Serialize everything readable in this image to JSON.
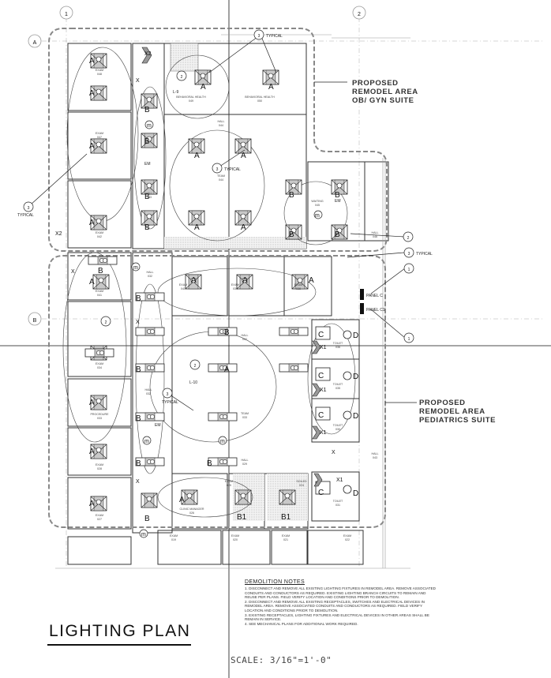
{
  "plan": {
    "title": "LIGHTING PLAN",
    "scale": "SCALE: 3/16\"=1'-0\""
  },
  "grid": {
    "col1": "1",
    "col2": "2",
    "rowA": "A",
    "rowB": "B"
  },
  "remodel_obgyn": [
    "PROPOSED",
    "REMODEL AREA",
    "OB/ GYN SUITE"
  ],
  "remodel_peds": [
    "PROPOSED",
    "REMODEL AREA",
    "PEDIATRICS SUITE"
  ],
  "callouts": {
    "typical": "TYPICAL",
    "note1": "1",
    "note2": "2",
    "note3": "3",
    "panel_c": "PANEL C",
    "panel_c1": "PANEL C1",
    "em": "EM",
    "circuit_l9": "L-9",
    "circuit_l10": "L-10"
  },
  "fixture_types": {
    "a": "A",
    "b": "B",
    "b1": "B1",
    "c": "C",
    "d": "D",
    "x": "X",
    "x1": "X1",
    "x2": "X2",
    "m": "m"
  },
  "rooms": {
    "exam_048": [
      "EXAM",
      "048"
    ],
    "exam_047": [
      "EXAM",
      "047"
    ],
    "exam_042": [
      "EXAM",
      "042"
    ],
    "exam_041": [
      "EXAM",
      "041"
    ],
    "behavioral_049": [
      "BEHAVIORAL HEALTH",
      "049"
    ],
    "behavioral_050": [
      "BEHAVIORAL HEALTH",
      "050"
    ],
    "hall_044": [
      "HALL",
      "044"
    ],
    "hall_043": [
      "HALL",
      "043"
    ],
    "team_044": [
      "TEAM",
      "044"
    ],
    "waiting_045": [
      "WAITING",
      "045"
    ],
    "exam_040": [
      "EXAM",
      "040"
    ],
    "exam_039": [
      "EXAM",
      "039"
    ],
    "exam_038": [
      "EXAM",
      "038"
    ],
    "hall_032": [
      "HALL",
      "032"
    ],
    "hall_037": [
      "HALL",
      "037"
    ],
    "toilet_036": [
      "TOILET",
      "036"
    ],
    "toilet_035": [
      "TOILET",
      "035"
    ],
    "toilet_030": [
      "TOILET",
      "030"
    ],
    "toilet_031": [
      "TOILET",
      "031"
    ],
    "exam_034": [
      "EXAM",
      "034"
    ],
    "procedure_033": [
      "PROCEDURE",
      "033"
    ],
    "exam_028": [
      "EXAM",
      "028"
    ],
    "exam_027": [
      "EXAM",
      "027"
    ],
    "hall_032b": [
      "HALL",
      "032"
    ],
    "team_033": [
      "TEAM",
      "033"
    ],
    "hall_029": [
      "HALL",
      "029"
    ],
    "clinic_manager_026": [
      "CLINIC MANAGER",
      "026"
    ],
    "nurse_025": [
      "EXAM",
      "025"
    ],
    "storage_024": [
      "SOILED",
      "024"
    ],
    "exam_019": [
      "EXAM",
      "019"
    ],
    "exam_020": [
      "EXAM",
      "020"
    ],
    "exam_021": [
      "EXAM",
      "021"
    ],
    "exam_022": [
      "EXAM",
      "022"
    ],
    "hall_046": [
      "HALL",
      "046"
    ],
    "hall_043b": [
      "HALL",
      "043"
    ]
  },
  "demolition": {
    "title": "DEMOLITION NOTES",
    "notes": [
      "1.  DISCONNECT AND REMOVE ALL EXISTING LIGHTING FIXTURES IN REMODEL AREA. REMOVE ASSOCIATED",
      "     CONDUITS AND CONDUCTORS AS REQUIRED. EXISTING LIGHTING BRANCH CIRCUITS TO REMAIN AND",
      "     REUSE PER PLANS. FIELD VERIFY LOCATION AND CONDITIONS PRIOR TO DEMOLITION.",
      "2.  DISCONNECT AND REMOVE ALL EXISTING RECEPTACLES, SWITCHES AND ELECTRICAL DEVICES IN",
      "     REMODEL AREA. REMOVE ASSOCIATED CONDUITS AND CONDUCTORS AS REQUIRED. FIELD VERIFY",
      "     LOCATION AND CONDITIONS PRIOR TO DEMOLITION.",
      "3.  EXISTING RECEPTACLES, LIGHTING FIXTURES AND ELECTRICAL DEVICES IN OTHER AREAS SHALL BE",
      "     REMAIN IN SERVICE.",
      "4.  SEE MECHANICAL PLANS FOR ADDITIONAL WORK REQUIRED."
    ]
  },
  "colors": {
    "line": "#222222",
    "dash": "#888888",
    "fixture_fill": "#bdbdbd",
    "hatch": "#cfcfcf"
  }
}
